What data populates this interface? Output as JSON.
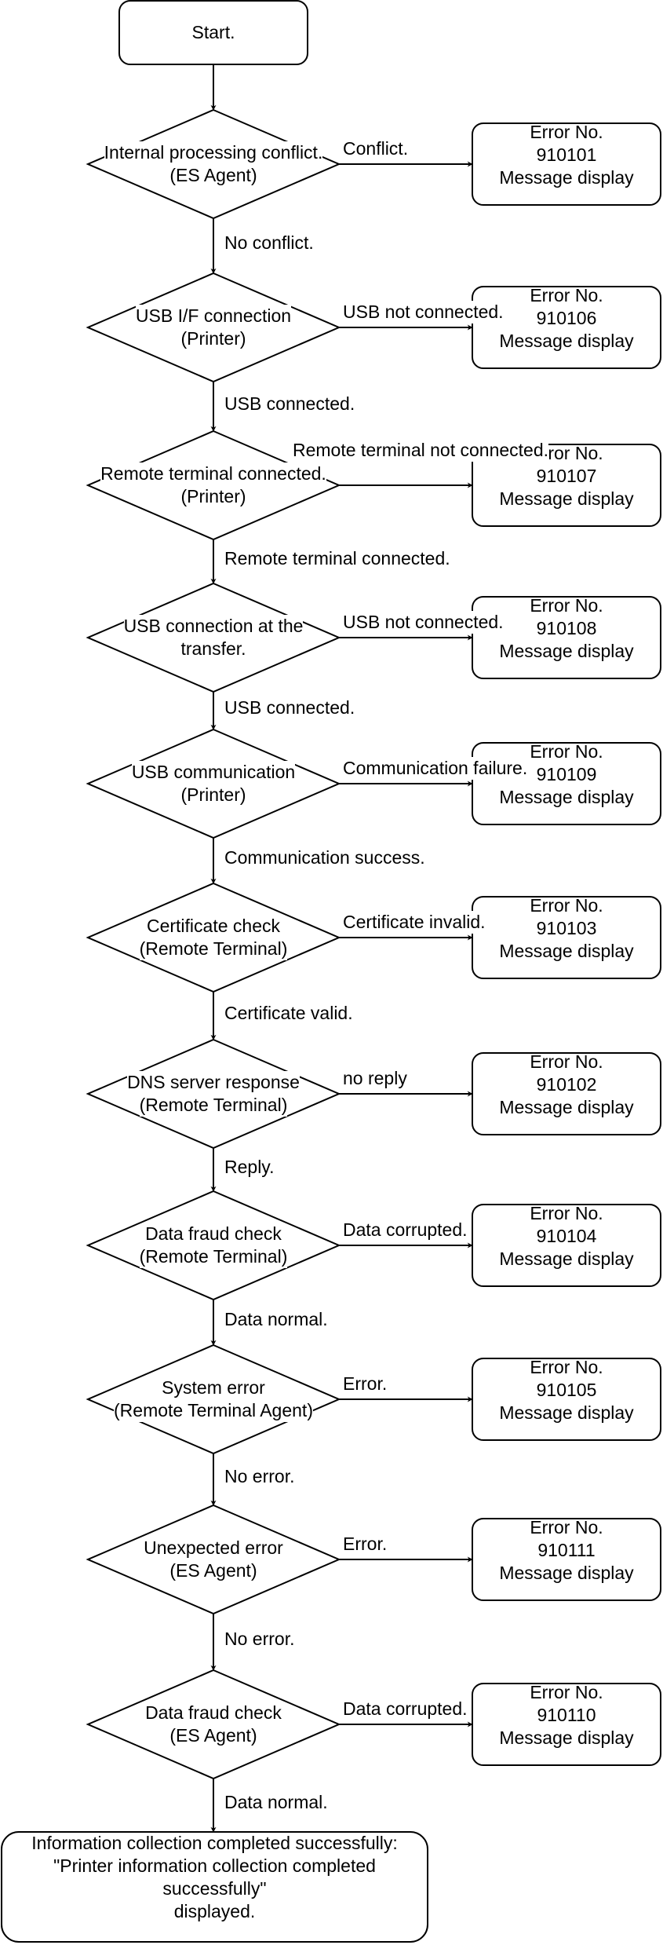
{
  "diagram": {
    "start": {
      "label": "Start."
    },
    "decisions": [
      {
        "lines": [
          "Internal processing conflict.",
          "(ES Agent)"
        ],
        "yes_label": "Conflict.",
        "no_label": "No conflict.",
        "error": {
          "title": "Error No.",
          "code": "910101",
          "action": "Message display"
        }
      },
      {
        "lines": [
          "USB I/F connection",
          "(Printer)"
        ],
        "yes_label": "USB not connected.",
        "no_label": "USB connected.",
        "error": {
          "title": "Error No.",
          "code": "910106",
          "action": "Message display"
        }
      },
      {
        "lines": [
          "Remote terminal connected.",
          "(Printer)"
        ],
        "yes_label": "Remote terminal not connected.",
        "no_label": "Remote terminal connected.",
        "error": {
          "title": "Error No.",
          "code": "910107",
          "action": "Message display"
        }
      },
      {
        "lines": [
          "USB connection at the",
          "transfer."
        ],
        "yes_label": "USB not connected.",
        "no_label": "USB connected.",
        "error": {
          "title": "Error No.",
          "code": "910108",
          "action": "Message display"
        }
      },
      {
        "lines": [
          "USB communication",
          "(Printer)"
        ],
        "yes_label": "Communication failure.",
        "no_label": "Communication success.",
        "error": {
          "title": "Error No.",
          "code": "910109",
          "action": "Message display"
        }
      },
      {
        "lines": [
          "Certificate check",
          "(Remote Terminal)"
        ],
        "yes_label": "Certificate invalid.",
        "no_label": "Certificate valid.",
        "error": {
          "title": "Error No.",
          "code": "910103",
          "action": "Message display"
        }
      },
      {
        "lines": [
          "DNS server response",
          "(Remote Terminal)"
        ],
        "yes_label": "no reply",
        "no_label": "Reply.",
        "error": {
          "title": "Error No.",
          "code": "910102",
          "action": "Message display"
        }
      },
      {
        "lines": [
          "Data fraud check",
          "(Remote Terminal)"
        ],
        "yes_label": "Data corrupted.",
        "no_label": "Data normal.",
        "error": {
          "title": "Error No.",
          "code": "910104",
          "action": "Message display"
        }
      },
      {
        "lines": [
          "System error",
          "(Remote Terminal Agent)"
        ],
        "yes_label": "Error.",
        "no_label": "No error.",
        "error": {
          "title": "Error No.",
          "code": "910105",
          "action": "Message display"
        }
      },
      {
        "lines": [
          "Unexpected error",
          "(ES Agent)"
        ],
        "yes_label": "Error.",
        "no_label": "No error.",
        "error": {
          "title": "Error No.",
          "code": "910111",
          "action": "Message display"
        }
      },
      {
        "lines": [
          "Data fraud check",
          "(ES Agent)"
        ],
        "yes_label": "Data corrupted.",
        "no_label": "Data normal.",
        "error": {
          "title": "Error No.",
          "code": "910110",
          "action": "Message display"
        }
      }
    ],
    "end": {
      "lines": [
        "Information collection completed successfully:",
        "\"Printer information collection completed",
        "successfully\"",
        "displayed."
      ]
    },
    "colors": {
      "stroke": "#000000",
      "fill": "#ffffff",
      "text": "#000000"
    }
  }
}
